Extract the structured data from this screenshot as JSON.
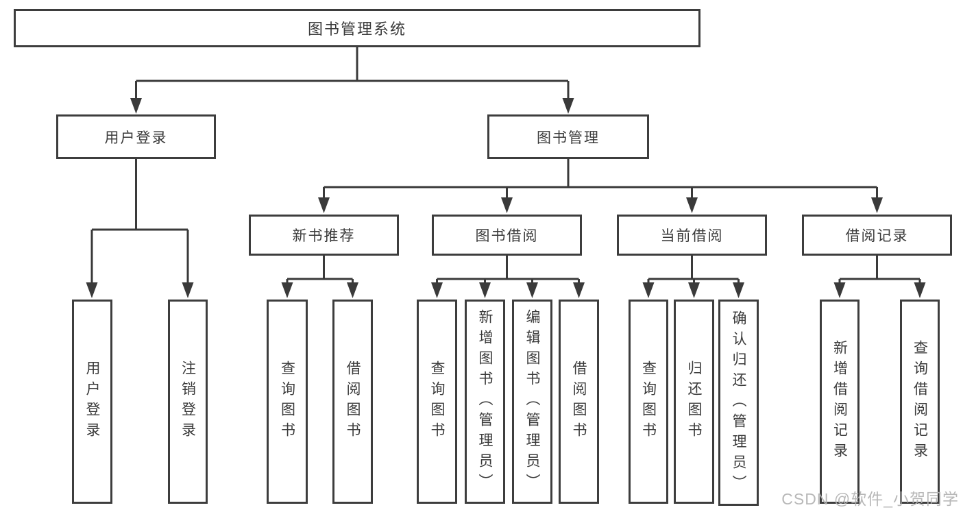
{
  "diagram": {
    "title_node": "图书管理系统",
    "level2": {
      "user_login": "用户登录",
      "book_mgmt": "图书管理"
    },
    "level3": {
      "new_books": "新书推荐",
      "book_borrow": "图书借阅",
      "current_borrow": "当前借阅",
      "borrow_records": "借阅记录"
    },
    "leaves": {
      "user_login_children": [
        "用户登录",
        "注销登录"
      ],
      "new_books_children": [
        "查询图书",
        "借阅图书"
      ],
      "book_borrow_children": [
        "查询图书",
        "新增图书（管理员）",
        "编辑图书（管理员）",
        "借阅图书"
      ],
      "current_borrow_children": [
        "查询图书",
        "归还图书",
        "确认归还（管理员）"
      ],
      "borrow_records_children": [
        "新增借阅记录",
        "查询借阅记录"
      ]
    },
    "watermark": "CSDN @软件_小贺同学",
    "colors": {
      "line": "#3a3a3a",
      "box_border": "#3d3d3d",
      "text": "#3a3a3a",
      "watermark": "#b3b3b3",
      "background": "#ffffff"
    }
  }
}
